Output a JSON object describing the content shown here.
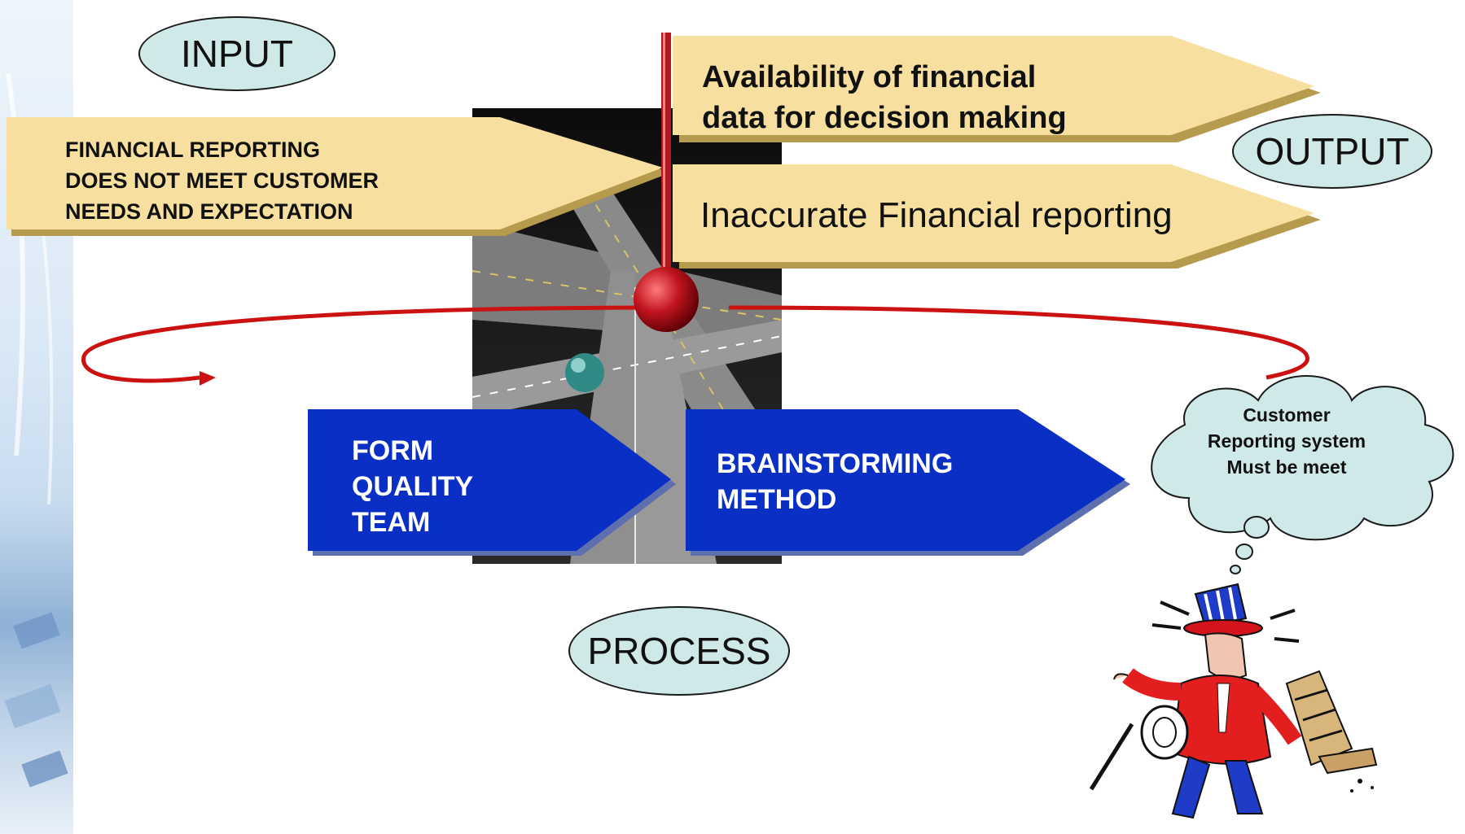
{
  "labels": {
    "input": "INPUT",
    "output": "OUTPUT",
    "process": "PROCESS"
  },
  "input_arrow": {
    "lines": [
      "FINANCIAL REPORTING",
      "DOES NOT MEET CUSTOMER",
      "NEEDS AND EXPECTATION"
    ]
  },
  "output_arrows": {
    "top_lines": [
      "Availability of financial",
      "data for decision making"
    ],
    "bottom": "Inaccurate Financial reporting"
  },
  "process_steps": [
    {
      "lines": [
        "FORM",
        "QUALITY",
        "TEAM"
      ]
    },
    {
      "lines": [
        "BRAINSTORMING",
        "METHOD"
      ]
    }
  ],
  "thought_cloud": {
    "lines": [
      "Customer",
      "Reporting system",
      "Must be meet"
    ]
  },
  "colors": {
    "arrow_fill": "#f7dfa0",
    "process_blue": "#0a2fc4",
    "ellipse_fill": "#cfe9e8",
    "cloud_fill": "#cfe9e8",
    "loop_red": "#cc1111"
  },
  "icons": [
    "highway-photo-icon",
    "red-ball-pin-icon",
    "uncle-sam-clipart-icon",
    "circular-loop-arrow-icon"
  ]
}
